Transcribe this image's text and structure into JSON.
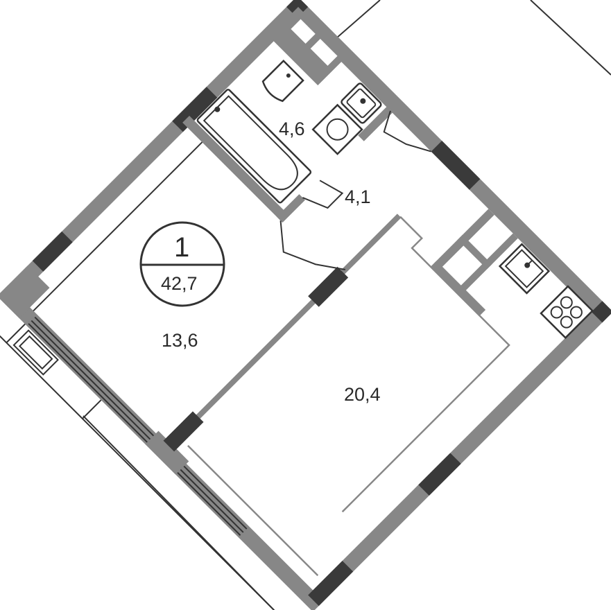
{
  "plan": {
    "type": "apartment-floor-plan",
    "badge": {
      "rooms": "1",
      "total_area": "42,7"
    },
    "rooms": [
      {
        "id": "bathroom",
        "area": "4,6"
      },
      {
        "id": "hallway",
        "area": "4,1"
      },
      {
        "id": "bedroom",
        "area": "13,6"
      },
      {
        "id": "living-kitchen",
        "area": "20,4"
      }
    ],
    "colors": {
      "wall": "#878787",
      "wall_dark": "#3a3a3a",
      "line": "#333333"
    }
  }
}
